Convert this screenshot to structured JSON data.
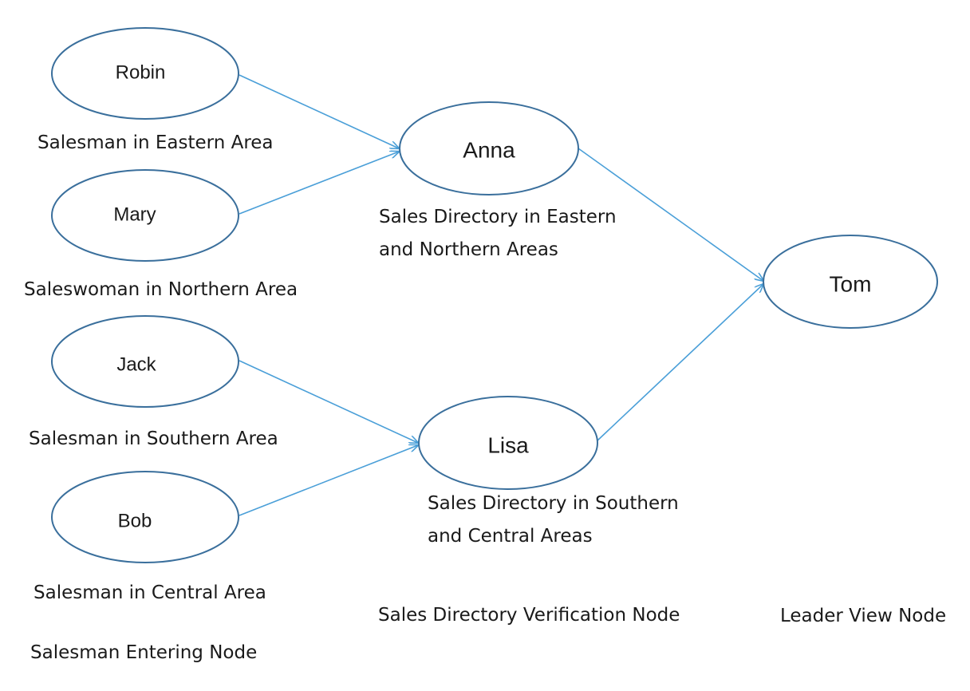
{
  "nodes": {
    "robin": "Robin",
    "mary": "Mary",
    "jack": "Jack",
    "bob": "Bob",
    "anna": "Anna",
    "lisa": "Lisa",
    "tom": "Tom"
  },
  "captions": {
    "robin": "Salesman in Eastern Area",
    "mary": "Saleswoman in Northern Area",
    "jack": "Salesman in Southern Area",
    "bob": "Salesman in Central Area",
    "anna_line1": "Sales Directory in Eastern",
    "anna_line2": "and Northern Areas",
    "lisa_line1": "Sales Directory in Southern",
    "lisa_line2": "and Central Areas"
  },
  "columns": {
    "entering": "Salesman Entering Node",
    "verification": "Sales Directory Verification Node",
    "leader": "Leader View Node"
  },
  "edges": [
    {
      "from": "robin",
      "to": "anna"
    },
    {
      "from": "mary",
      "to": "anna"
    },
    {
      "from": "jack",
      "to": "lisa"
    },
    {
      "from": "bob",
      "to": "lisa"
    },
    {
      "from": "anna",
      "to": "tom"
    },
    {
      "from": "lisa",
      "to": "tom"
    }
  ],
  "colors": {
    "node_stroke": "#3a6f9c",
    "edge": "#4a9fd8"
  }
}
